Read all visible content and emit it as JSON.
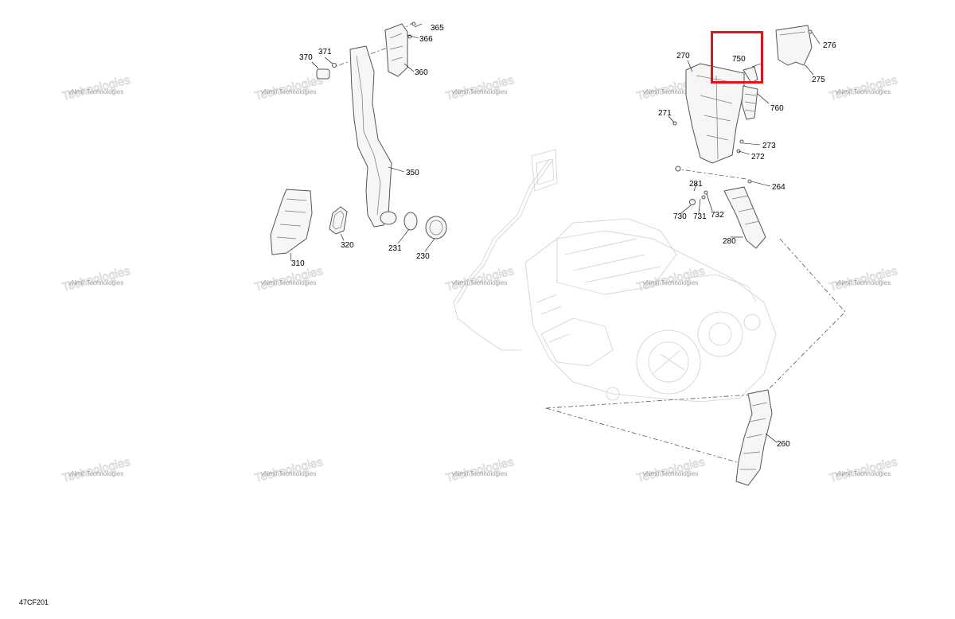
{
  "figure_code": "47CF201",
  "highlight": {
    "part_number": "750",
    "color": "#e0141c"
  },
  "watermark": {
    "line1": "vNext Technologies",
    "line2": "Technologies"
  },
  "callouts": [
    "230",
    "231",
    "260",
    "264",
    "270",
    "271",
    "272",
    "273",
    "275",
    "276",
    "280",
    "281",
    "310",
    "320",
    "350",
    "360",
    "365",
    "366",
    "370",
    "371",
    "730",
    "731",
    "732",
    "750",
    "760"
  ]
}
